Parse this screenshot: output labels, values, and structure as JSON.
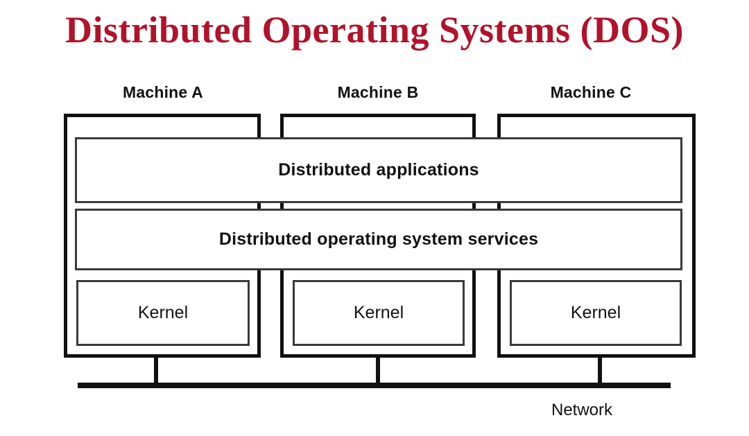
{
  "title": "Distributed Operating Systems (DOS)",
  "title_color": "#b2122a",
  "diagram": {
    "machines": [
      {
        "label": "Machine A",
        "kernel_label": "Kernel"
      },
      {
        "label": "Machine B",
        "kernel_label": "Kernel"
      },
      {
        "label": "Machine C",
        "kernel_label": "Kernel"
      }
    ],
    "layers": [
      {
        "label": "Distributed applications"
      },
      {
        "label": "Distributed operating system services"
      }
    ],
    "network": {
      "label": "Network"
    }
  },
  "chart_data": {
    "type": "diagram",
    "title": "Distributed Operating Systems (DOS)",
    "nodes": [
      {
        "id": "machine-a",
        "label": "Machine A",
        "kind": "machine-chassis"
      },
      {
        "id": "machine-b",
        "label": "Machine B",
        "kind": "machine-chassis"
      },
      {
        "id": "machine-c",
        "label": "Machine C",
        "kind": "machine-chassis"
      },
      {
        "id": "distributed-applications",
        "label": "Distributed applications",
        "kind": "spanning-layer",
        "spans": [
          "machine-a",
          "machine-b",
          "machine-c"
        ]
      },
      {
        "id": "distributed-os-services",
        "label": "Distributed operating system services",
        "kind": "spanning-layer",
        "spans": [
          "machine-a",
          "machine-b",
          "machine-c"
        ]
      },
      {
        "id": "kernel-a",
        "label": "Kernel",
        "kind": "kernel",
        "parent": "machine-a"
      },
      {
        "id": "kernel-b",
        "label": "Kernel",
        "kind": "kernel",
        "parent": "machine-b"
      },
      {
        "id": "kernel-c",
        "label": "Kernel",
        "kind": "kernel",
        "parent": "machine-c"
      },
      {
        "id": "network",
        "label": "Network",
        "kind": "bus"
      }
    ],
    "edges": [
      {
        "from": "machine-a",
        "to": "network"
      },
      {
        "from": "machine-b",
        "to": "network"
      },
      {
        "from": "machine-c",
        "to": "network"
      }
    ]
  }
}
